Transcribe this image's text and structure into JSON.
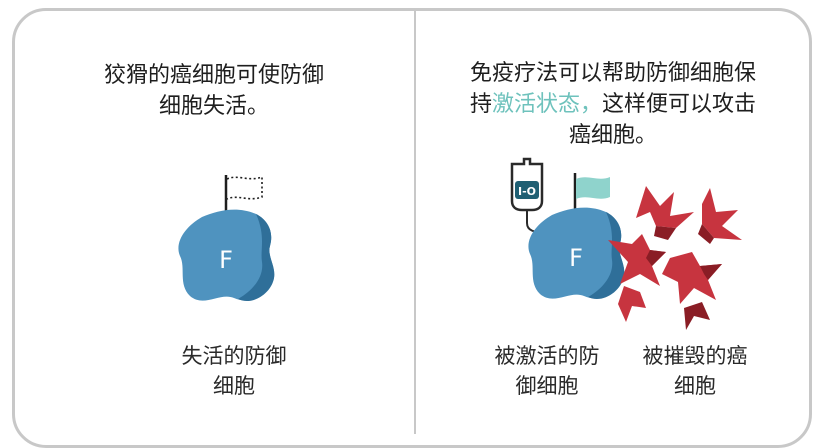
{
  "colors": {
    "border": "#c8c8c8",
    "cell_fill": "#4f93bf",
    "cell_shade": "#2f6f99",
    "cancer_fill": "#c7343f",
    "cancer_shade": "#8a1d25",
    "accent_text": "#6ec2bc",
    "flag_active": "#8fd3cc"
  },
  "left_panel": {
    "heading_line1": "狡猾的癌细胞可使防御",
    "heading_line2": "细胞失活。",
    "cell_letter": "F",
    "caption_line1": "失活的防御",
    "caption_line2": "细胞"
  },
  "right_panel": {
    "heading_line1": "免疫疗法可以帮助防御细胞保",
    "heading_line2_prefix": "持",
    "heading_line2_highlight": "激活状态，",
    "heading_line2_suffix": "这样便可以攻击",
    "heading_line3": "癌细胞。",
    "iv_bag_label": "I-O",
    "cell_letter": "F",
    "caption_left_line1": "被激活的防",
    "caption_left_line2": "御细胞",
    "caption_right_line1": "被摧毁的癌",
    "caption_right_line2": "细胞"
  },
  "icons": {
    "deactivated_flag": "dotted-flag-icon",
    "active_flag": "flag-icon",
    "iv_bag": "iv-bag-icon",
    "destroyed_cancer": "shattered-cancer-cell-icon"
  }
}
